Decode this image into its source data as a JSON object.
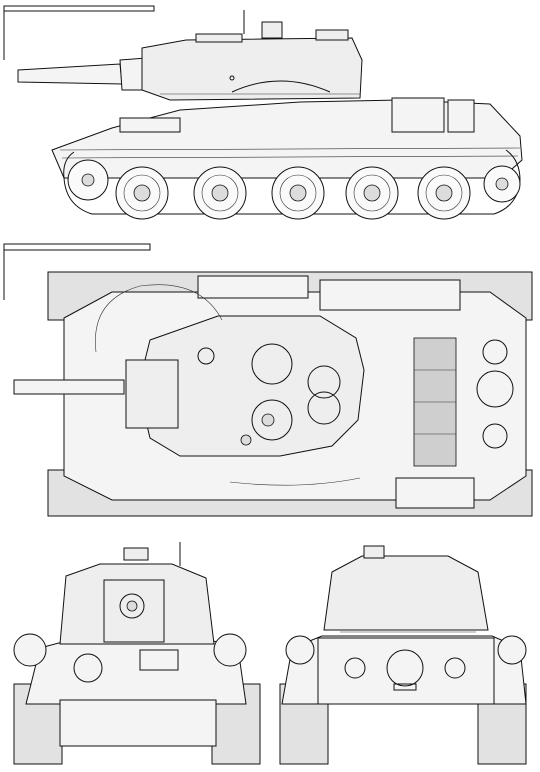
{
  "drawing": {
    "views": [
      {
        "key": "side",
        "label": ""
      },
      {
        "key": "top",
        "label": ""
      },
      {
        "key": "front",
        "label": ""
      },
      {
        "key": "rear",
        "label": ""
      }
    ],
    "road_wheels_per_side": 5,
    "line_color": "#111111",
    "paper_color": "#ffffff",
    "icons": [
      "scale-bar-icon",
      "road-wheel-icon",
      "engine-grille-icon",
      "hatch-icon",
      "headlight-icon"
    ]
  }
}
